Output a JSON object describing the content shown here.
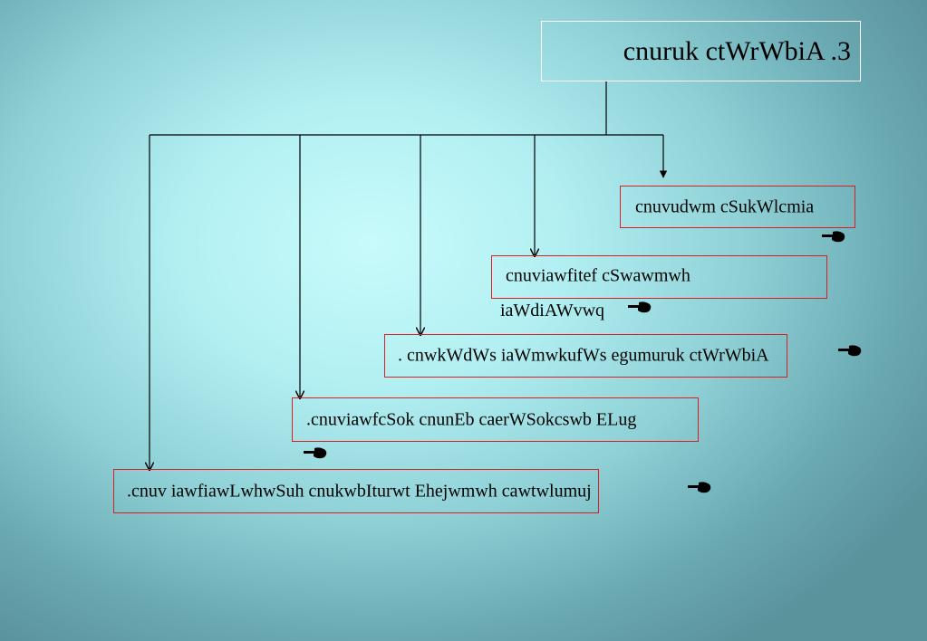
{
  "title": "cnuruk ctWrWbiA .3",
  "items": [
    {
      "text": "cnuvudwm cSukWlcmia",
      "icon": "pointing-hand-icon"
    },
    {
      "text": "cnuviawfitef cSwawmwh",
      "text_continued": "iaWdiAWvwq",
      "icon": "pointing-hand-icon"
    },
    {
      "text": ". cnwkWdWs iaWmwkufWs egumuruk ctWrWbiA",
      "icon": "pointing-hand-icon"
    },
    {
      "text": ".cnuviawfcSok cnunEb caerWSokcswb ELug",
      "icon": "pointing-hand-icon"
    },
    {
      "text": ".cnuv iawfiawLwhwSuh cnukwbIturwt Ehejwmwh cawtwlumuj",
      "icon": "pointing-hand-icon"
    }
  ],
  "colors": {
    "box_border": "#d82020",
    "title_border": "#ffffff",
    "line": "#000000"
  }
}
